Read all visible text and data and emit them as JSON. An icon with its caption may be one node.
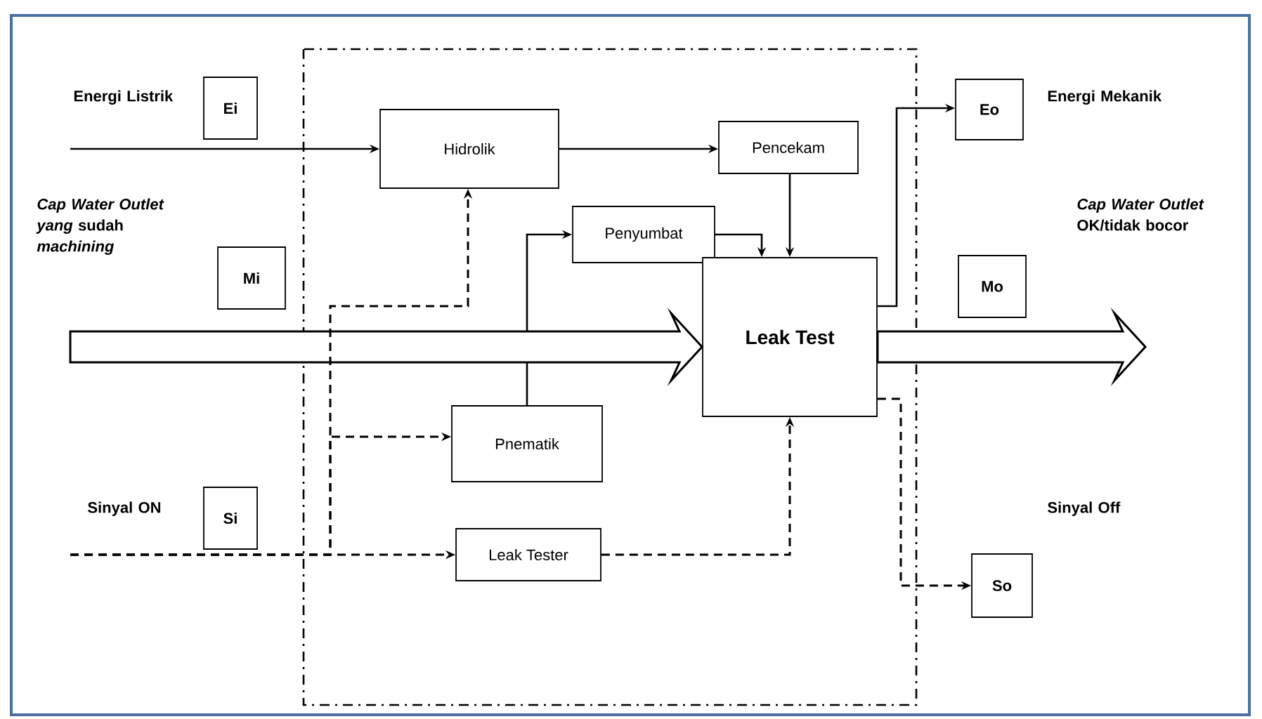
{
  "diagram": {
    "nodes": [
      {
        "text": [
          "Ei"
        ],
        "beside": [
          "Energi Listrik"
        ]
      },
      {
        "text": [
          "Hidrolik"
        ]
      },
      {
        "text": [
          "Pencekam"
        ]
      },
      {
        "text": [
          "Eo"
        ],
        "beside": [
          "Energi Mekanik"
        ]
      },
      {
        "text": [
          "Penyumbat"
        ]
      },
      {
        "text": [
          "Mi"
        ],
        "beside": [
          "*Cap Water Outlet yang* sudah *machining*"
        ]
      },
      {
        "text": [
          "Mo"
        ],
        "beside": [
          "*Cap Water Outlet* OK/tidak bocor"
        ]
      },
      {
        "text": [
          "Leak Test"
        ]
      },
      {
        "text": [
          "Pnematik"
        ]
      },
      {
        "text": [
          "Si"
        ],
        "beside": [
          "Sinyal ON"
        ]
      },
      {
        "text": [
          "Leak Tester"
        ]
      },
      {
        "text": [
          "So"
        ],
        "beside": [
          "Sinyal Off"
        ]
      }
    ],
    "edges": [
      {
        "from": null,
        "to": 1,
        "arrow": "to"
      },
      {
        "from": 1,
        "to": 2,
        "arrow": "to"
      },
      {
        "from": 2,
        "to": 7,
        "arrow": "to"
      },
      {
        "from": 4,
        "to": 7,
        "arrow": "to"
      },
      {
        "from": 8,
        "to": 4,
        "arrow": "to"
      },
      {
        "from": 7,
        "to": 3,
        "arrow": "to"
      },
      {
        "from": null,
        "to": 7,
        "arrow": "to",
        "style": "thick"
      },
      {
        "from": 7,
        "to": null,
        "arrow": "to",
        "style": "thick"
      },
      {
        "from": null,
        "to": 10,
        "arrow": "to",
        "style": "dashed"
      },
      {
        "from": null,
        "to": 1,
        "arrow": "to",
        "style": "dashed"
      },
      {
        "from": null,
        "to": 8,
        "arrow": "to",
        "style": "dashed"
      },
      {
        "from": 10,
        "to": 7,
        "arrow": "to",
        "style": "dashed"
      },
      {
        "from": 7,
        "to": 11,
        "arrow": "to",
        "style": "dashed"
      }
    ]
  }
}
